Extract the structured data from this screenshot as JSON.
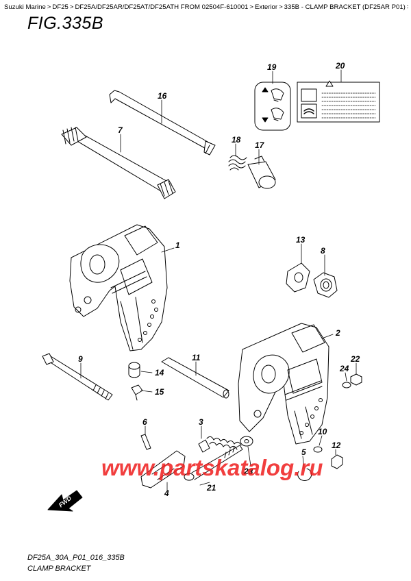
{
  "breadcrumb": [
    "Suzuki Marine",
    "DF25",
    "DF25A/DF25AR/DF25AT/DF25ATH FROM 02504F-610001",
    "Exterior",
    "335B - CLAMP BRACKET (DF25AR P01)",
    ""
  ],
  "figure": {
    "title": "FIG.335B"
  },
  "parts": {
    "p1": "1",
    "p2": "2",
    "p3": "3",
    "p4": "4",
    "p5": "5",
    "p6": "6",
    "p7": "7",
    "p8": "8",
    "p9": "9",
    "p10": "10",
    "p11": "11",
    "p12": "12",
    "p13": "13",
    "p14": "14",
    "p15": "15",
    "p16": "16",
    "p17": "17",
    "p18": "18",
    "p19": "19",
    "p20": "20",
    "p21": "21",
    "p22": "22",
    "p23": "23",
    "p24": "24"
  },
  "fwd_label": "FWD",
  "watermark": "www.partskatalog.ru",
  "footer": {
    "code": "DF25A_30A_P01_016_335B",
    "name": "CLAMP BRACKET"
  }
}
